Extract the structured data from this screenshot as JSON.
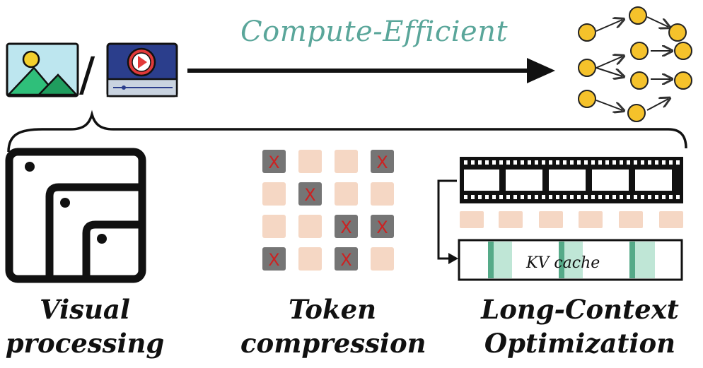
{
  "header": {
    "title": "Compute-Efficient",
    "separator": "/"
  },
  "sections": [
    {
      "id": "visual",
      "line1": "Visual",
      "line2": "processing"
    },
    {
      "id": "token",
      "line1": "Token",
      "line2": "compression"
    },
    {
      "id": "longctx",
      "line1": "Long-Context",
      "line2": "Optimization"
    }
  ],
  "kv_cache_label": "KV cache",
  "token_grid": {
    "rows": 4,
    "cols": 4,
    "pruned_mark": "X",
    "pruned": [
      [
        0,
        0
      ],
      [
        0,
        3
      ],
      [
        1,
        1
      ],
      [
        2,
        2
      ],
      [
        2,
        3
      ],
      [
        3,
        0
      ],
      [
        3,
        2
      ]
    ]
  },
  "colors": {
    "accent_teal": "#5aa69a",
    "token_kept": "#f5d7c4",
    "token_pruned": "#757575",
    "prune_mark": "#cc2222",
    "node_fill": "#f5c22b",
    "kv_dark": "#55aa88",
    "kv_light": "#bfe6d6"
  },
  "icons": [
    "image-icon",
    "video-icon",
    "network-icon",
    "nested-frames-icon",
    "film-strip-icon"
  ]
}
